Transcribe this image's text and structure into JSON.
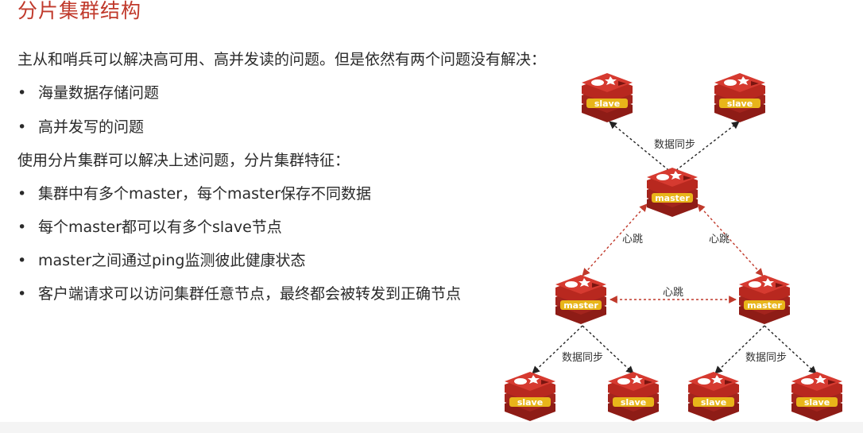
{
  "title": "分片集群结构",
  "intro": "主从和哨兵可以解决高可用、高并发读的问题。但是依然有两个问题没有解决：",
  "problems": [
    "海量数据存储问题",
    "高并发写的问题"
  ],
  "subtitle": "使用分片集群可以解决上述问题，分片集群特征：",
  "features": [
    "集群中有多个master，每个master保存不同数据",
    "每个master都可以有多个slave节点",
    "master之间通过ping监测彼此健康状态",
    "客户端请求可以访问集群任意节点，最终都会被转发到正确节点"
  ],
  "diagram": {
    "node_labels": {
      "slave_top_left": "slave",
      "slave_top_right": "slave",
      "master_top": "master",
      "master_left": "master",
      "master_right": "master",
      "slave_bl1": "slave",
      "slave_bl2": "slave",
      "slave_br1": "slave",
      "slave_br2": "slave"
    },
    "edge_labels": {
      "sync_top": "数据同步",
      "heartbeat_left": "心跳",
      "heartbeat_right": "心跳",
      "heartbeat_middle": "心跳",
      "sync_left": "数据同步",
      "sync_right": "数据同步"
    },
    "colors": {
      "node_red": "#c8302a",
      "node_dark": "#8e1c16",
      "label_band": "#e8b51a",
      "slave_text": "#ffffff",
      "master_text": "#ffffff",
      "heartbeat_line": "#c0392b",
      "sync_line": "#222222"
    }
  }
}
